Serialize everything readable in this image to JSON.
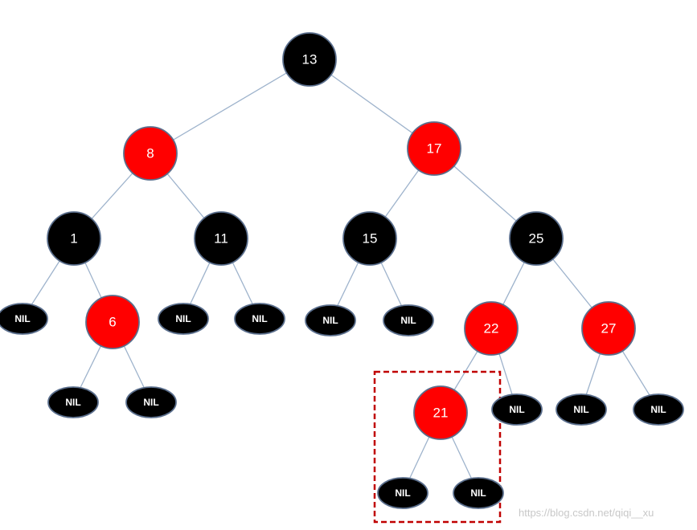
{
  "tree": {
    "colors": {
      "black": "#000000",
      "red": "#ff0000",
      "edge": "#9eb3cc",
      "outline": "#5a6e8c",
      "highlight": "#c00000"
    },
    "nodes": [
      {
        "id": "n13",
        "label": "13",
        "color": "black",
        "kind": "value"
      },
      {
        "id": "n8",
        "label": "8",
        "color": "red",
        "kind": "value"
      },
      {
        "id": "n17",
        "label": "17",
        "color": "red",
        "kind": "value"
      },
      {
        "id": "n1",
        "label": "1",
        "color": "black",
        "kind": "value"
      },
      {
        "id": "n11",
        "label": "11",
        "color": "black",
        "kind": "value"
      },
      {
        "id": "n15",
        "label": "15",
        "color": "black",
        "kind": "value"
      },
      {
        "id": "n25",
        "label": "25",
        "color": "black",
        "kind": "value"
      },
      {
        "id": "n6",
        "label": "6",
        "color": "red",
        "kind": "value"
      },
      {
        "id": "n22",
        "label": "22",
        "color": "red",
        "kind": "value"
      },
      {
        "id": "n27",
        "label": "27",
        "color": "red",
        "kind": "value"
      },
      {
        "id": "n21",
        "label": "21",
        "color": "red",
        "kind": "value"
      },
      {
        "id": "nil1",
        "label": "NIL",
        "color": "black",
        "kind": "nil"
      },
      {
        "id": "nil2",
        "label": "NIL",
        "color": "black",
        "kind": "nil"
      },
      {
        "id": "nil3",
        "label": "NIL",
        "color": "black",
        "kind": "nil"
      },
      {
        "id": "nil4",
        "label": "NIL",
        "color": "black",
        "kind": "nil"
      },
      {
        "id": "nil5",
        "label": "NIL",
        "color": "black",
        "kind": "nil"
      },
      {
        "id": "nil6",
        "label": "NIL",
        "color": "black",
        "kind": "nil"
      },
      {
        "id": "nil7",
        "label": "NIL",
        "color": "black",
        "kind": "nil"
      },
      {
        "id": "nil8",
        "label": "NIL",
        "color": "black",
        "kind": "nil"
      },
      {
        "id": "nil9",
        "label": "NIL",
        "color": "black",
        "kind": "nil"
      },
      {
        "id": "nil10",
        "label": "NIL",
        "color": "black",
        "kind": "nil"
      },
      {
        "id": "nil11",
        "label": "NIL",
        "color": "black",
        "kind": "nil"
      },
      {
        "id": "nil12",
        "label": "NIL",
        "color": "black",
        "kind": "nil"
      }
    ],
    "edges": [
      [
        "n13",
        "n8"
      ],
      [
        "n13",
        "n17"
      ],
      [
        "n8",
        "n1"
      ],
      [
        "n8",
        "n11"
      ],
      [
        "n17",
        "n15"
      ],
      [
        "n17",
        "n25"
      ],
      [
        "n1",
        "nil1"
      ],
      [
        "n1",
        "n6"
      ],
      [
        "n11",
        "nil2"
      ],
      [
        "n11",
        "nil3"
      ],
      [
        "n15",
        "nil4"
      ],
      [
        "n15",
        "nil5"
      ],
      [
        "n25",
        "n22"
      ],
      [
        "n25",
        "n27"
      ],
      [
        "n6",
        "nil6"
      ],
      [
        "n6",
        "nil7"
      ],
      [
        "n22",
        "n21"
      ],
      [
        "n22",
        "nil8"
      ],
      [
        "n27",
        "nil9"
      ],
      [
        "n27",
        "nil10"
      ],
      [
        "n21",
        "nil11"
      ],
      [
        "n21",
        "nil12"
      ]
    ],
    "highlighted_node": "n21"
  },
  "watermark": "https://blog.csdn.net/qiqi__xu"
}
